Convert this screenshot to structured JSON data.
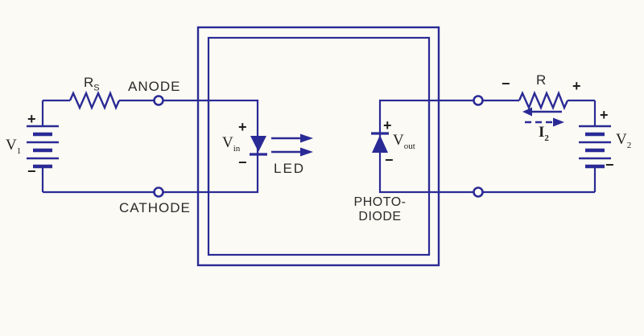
{
  "figure": "optocoupler-circuit-diagram",
  "colors": {
    "background": "#fbfaf4",
    "circuit_ink": "#2a2a96",
    "label_text": "#2a2a2a"
  },
  "left_circuit": {
    "battery_label": {
      "base": "V",
      "sub": "1"
    },
    "battery_plus": "+",
    "battery_minus": "−",
    "resistor_label": {
      "base": "R",
      "sub": "S"
    },
    "anode_label": "ANODE",
    "cathode_label": "CATHODE"
  },
  "optocoupler": {
    "led": {
      "plus": "+",
      "minus": "−",
      "voltage_label": {
        "base": "V",
        "sub": "in"
      },
      "name": "LED"
    },
    "photodiode": {
      "plus": "+",
      "minus": "−",
      "voltage_label": {
        "base": "V",
        "sub": "out"
      },
      "name_line1": "PHOTO-",
      "name_line2": "DIODE"
    }
  },
  "right_circuit": {
    "resistor_minus": "−",
    "resistor_label": "R",
    "resistor_plus": "+",
    "current_label": {
      "base": "I",
      "sub": "2"
    },
    "battery_plus": "+",
    "battery_label": {
      "base": "V",
      "sub": "2"
    },
    "battery_minus": "−"
  }
}
